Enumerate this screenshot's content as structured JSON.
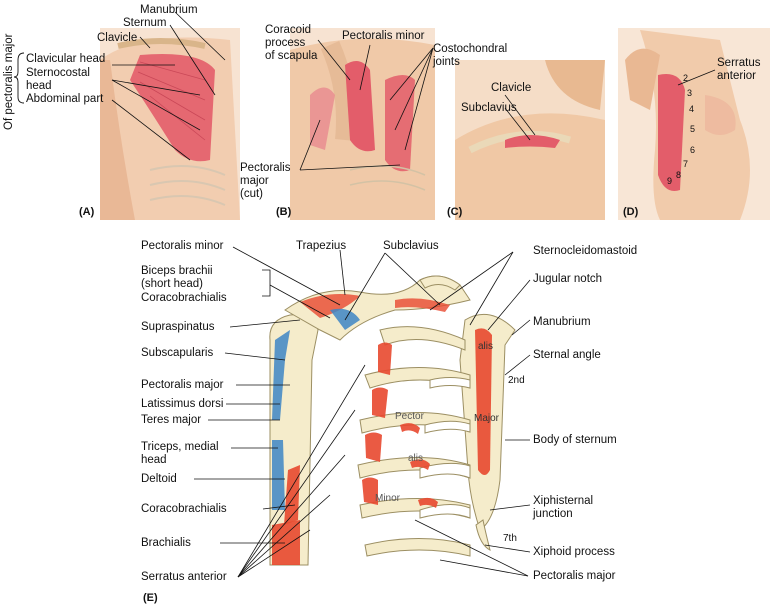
{
  "top_panels": {
    "a": {
      "letter": "(A)",
      "bracket_label": "Of pectoralis major",
      "labels": {
        "manubrium": "Manubrium",
        "sternum": "Sternum",
        "clavicle": "Clavicle",
        "clavicular_head": "Clavicular head",
        "sternocostal_head": "Sternocostal\nhead",
        "abdominal_part": "Abdominal part"
      }
    },
    "b": {
      "letter": "(B)",
      "labels": {
        "coracoid": "Coracoid\nprocess\nof scapula",
        "pectoralis_minor": "Pectoralis minor",
        "costochondral": "Costochondral\njoints",
        "pectoralis_major_cut": "Pectoralis\nmajor\n(cut)"
      }
    },
    "c": {
      "letter": "(C)",
      "labels": {
        "clavicle": "Clavicle",
        "subclavius": "Subclavius"
      }
    },
    "d": {
      "letter": "(D)",
      "labels": {
        "serratus_anterior": "Serratus\nanterior"
      },
      "rib_numbers": [
        "2",
        "3",
        "4",
        "5",
        "6",
        "7",
        "8",
        "9"
      ]
    }
  },
  "panel_e": {
    "letter": "(E)",
    "left_labels": {
      "pectoralis_minor": "Pectoralis minor",
      "biceps": "Biceps brachii\n(short head)",
      "coracobrachialis_top": "Coracobrachialis",
      "supraspinatus": "Supraspinatus",
      "subscapularis": "Subscapularis",
      "pectoralis_major": "Pectoralis major",
      "latissimus": "Latissimus dorsi",
      "teres_major": "Teres major",
      "triceps": "Triceps, medial\nhead",
      "deltoid": "Deltoid",
      "coracobrachialis": "Coracobrachialis",
      "brachialis": "Brachialis",
      "serratus": "Serratus anterior"
    },
    "top_labels": {
      "trapezius": "Trapezius",
      "subclavius": "Subclavius"
    },
    "right_labels": {
      "sternocleidomastoid": "Sternocleidomastoid",
      "jugular_notch": "Jugular notch",
      "manubrium": "Manubrium",
      "sternal_angle": "Sternal angle",
      "body_of_sternum": "Body of sternum",
      "xiphisternal": "Xiphisternal\njunction",
      "xiphoid": "Xiphoid process",
      "pectoralis_major": "Pectoralis major"
    },
    "diagram_text": {
      "second": "2nd",
      "seventh": "7th",
      "pector": "Pector",
      "alis": "alis",
      "minor": "Minor",
      "alis_major_1": "alis",
      "alis_major_2": "Major"
    }
  },
  "colors": {
    "skin": "#f2cdb0",
    "muscle": "#e35d6a",
    "muscle_dark": "#c2394a",
    "bone": "#f5eccb",
    "bone_edge": "#9c8f63",
    "origin_red": "#e8492f",
    "origin_blue": "#3d86c6",
    "panel_bg": "#f7e9dc"
  }
}
